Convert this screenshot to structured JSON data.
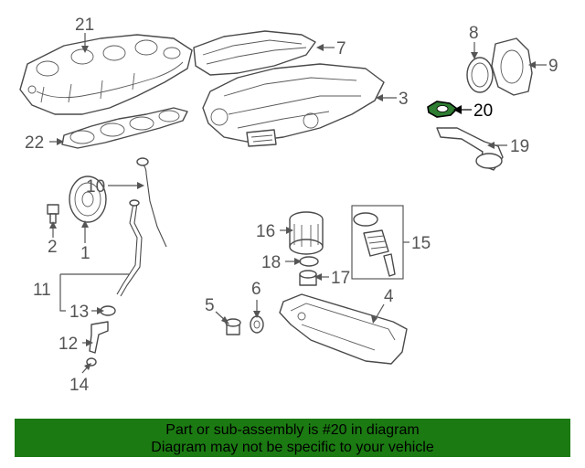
{
  "callouts": {
    "c1": "1",
    "c2": "2",
    "c3": "3",
    "c4": "4",
    "c5": "5",
    "c6": "6",
    "c7": "7",
    "c8": "8",
    "c9": "9",
    "c10": "10",
    "c11": "11",
    "c12": "12",
    "c13": "13",
    "c14": "14",
    "c15": "15",
    "c16": "16",
    "c17": "17",
    "c18": "18",
    "c19": "19",
    "c20": "20",
    "c21": "21",
    "c22": "22"
  },
  "highlight": {
    "part": "20",
    "color": "#2e7d32"
  },
  "banner": {
    "line1": "Part or sub-assembly is #20 in diagram",
    "line2": "Diagram may not be specific to your vehicle",
    "background": "#1b7a12"
  }
}
